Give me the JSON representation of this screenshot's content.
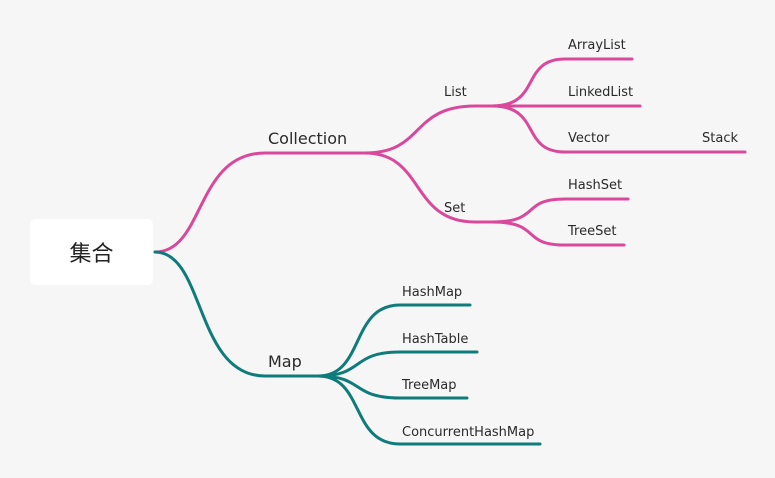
{
  "mindmap": {
    "root": "集合",
    "colors": {
      "collection_branch": "#d9489a",
      "map_branch": "#0f7b7b"
    },
    "collection": {
      "label": "Collection",
      "list": {
        "label": "List",
        "children": [
          "ArrayList",
          "LinkedList",
          "Vector"
        ]
      },
      "vector_child": "Stack",
      "set": {
        "label": "Set",
        "children": [
          "HashSet",
          "TreeSet"
        ]
      }
    },
    "map": {
      "label": "Map",
      "children": [
        "HashMap",
        "HashTable",
        "TreeMap",
        "ConcurrentHashMap"
      ]
    }
  }
}
